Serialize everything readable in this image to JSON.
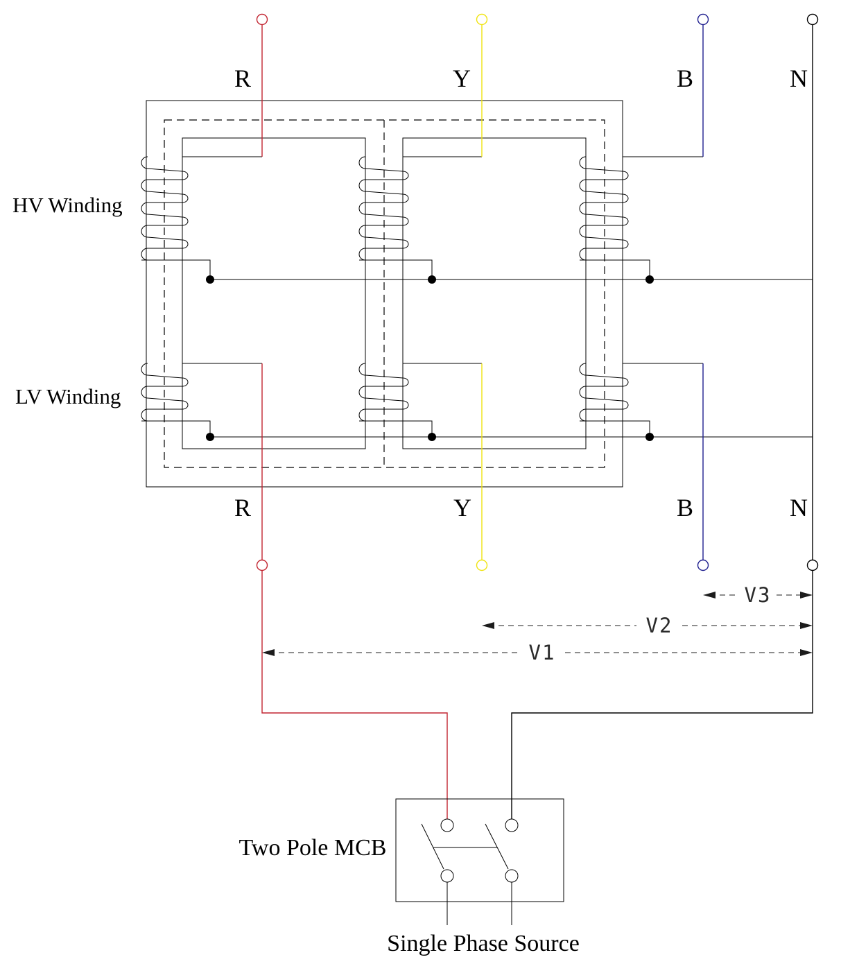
{
  "windings": {
    "hv": "HV Winding",
    "lv": "LV Winding"
  },
  "phases": {
    "r": "R",
    "y": "Y",
    "b": "B",
    "n": "N"
  },
  "voltages": {
    "v1": "V1",
    "v2": "V2",
    "v3": "V3"
  },
  "breaker_label": "Two Pole MCB",
  "source_label": "Single Phase Source",
  "colors": {
    "phase_r": "#c22430",
    "phase_y": "#f0e410",
    "phase_b": "#1e1e8e",
    "neutral": "#000000",
    "line": "#000000"
  }
}
